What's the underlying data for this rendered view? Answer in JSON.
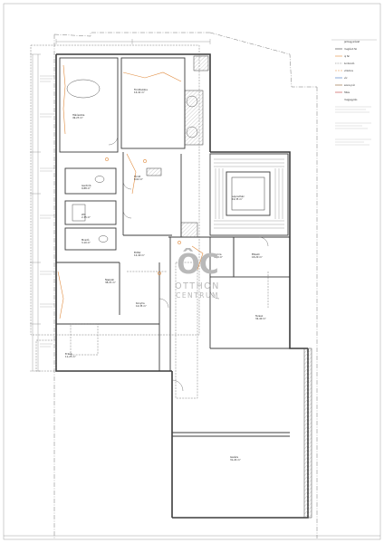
{
  "watermark": {
    "logo": "ÔC",
    "line1": "OTTHON",
    "line2": "CENTRUM",
    "color": "#b9b9b9"
  },
  "colors": {
    "wall": "#3c3c3c",
    "thin": "#7a7a7a",
    "accent": "#e08a3c",
    "hatch": "#9a9a9a"
  },
  "rooms": [
    "Hálószoba\n49,23 m²",
    "Fürdőszoba\n14,41 m²",
    "Gardrób\n9,88 m²",
    "WC\n2,35 m²",
    "Mosdó\n3,10 m²",
    "Fürdő\n8,02 m²",
    "Előtér\n12,40 m²",
    "Nappali\n38,21 m²",
    "Konyha\n14,35 m²",
    "Étkező\n18,20 m²",
    "Lépcsőház\n19,35 m²",
    "Terasz\n32,40 m²",
    "Kamra\n3,60 m²",
    "Erkély\n11,25 m²",
    "Garázs\n31,24 m²"
  ],
  "legend": [
    "Jelmagyarázat",
    "meglévő fal",
    "új fal",
    "bontandó",
    "villamos",
    "víz",
    "szennyvíz",
    "fűtés",
    "megjegyzés"
  ]
}
